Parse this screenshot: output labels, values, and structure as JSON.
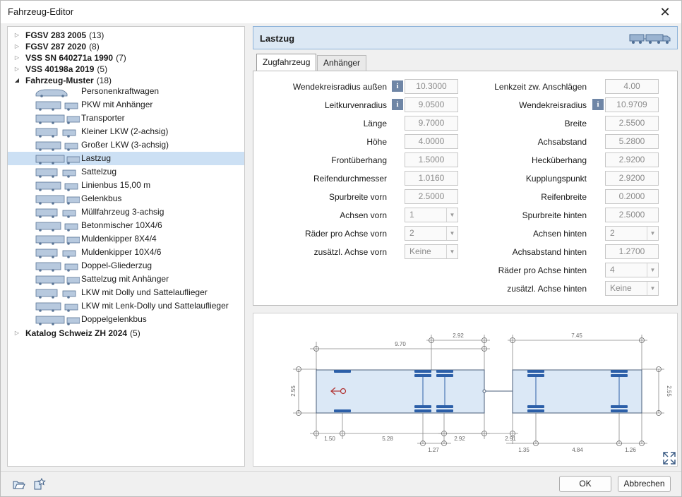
{
  "window": {
    "title": "Fahrzeug-Editor"
  },
  "tree": {
    "groups": [
      {
        "name": "FGSV 283 2005",
        "count": "(13)",
        "expanded": false
      },
      {
        "name": "FGSV 287 2020",
        "count": "(8)",
        "expanded": false
      },
      {
        "name": "VSS SN 640271a 1990",
        "count": "(7)",
        "expanded": false
      },
      {
        "name": "VSS 40198a 2019",
        "count": "(5)",
        "expanded": false
      },
      {
        "name": "Fahrzeug-Muster",
        "count": "(18)",
        "expanded": true
      },
      {
        "name": "Katalog Schweiz ZH 2024",
        "count": "(5)",
        "expanded": false
      }
    ],
    "items": [
      {
        "label": "Personenkraftwagen"
      },
      {
        "label": "PKW mit Anhänger"
      },
      {
        "label": "Transporter"
      },
      {
        "label": "Kleiner LKW (2-achsig)"
      },
      {
        "label": "Großer LKW (3-achsig)"
      },
      {
        "label": "Lastzug"
      },
      {
        "label": "Sattelzug"
      },
      {
        "label": "Linienbus 15,00 m"
      },
      {
        "label": "Gelenkbus"
      },
      {
        "label": "Müllfahrzeug 3-achsig"
      },
      {
        "label": "Betonmischer 10X4/6"
      },
      {
        "label": "Muldenkipper 8X4/4"
      },
      {
        "label": "Muldenkipper 10X4/6"
      },
      {
        "label": "Doppel-Gliederzug"
      },
      {
        "label": "Sattelzug  mit Anhänger"
      },
      {
        "label": "LKW mit Dolly und Sattelauflieger"
      },
      {
        "label": "LKW mit Lenk-Dolly und Sattelauflieger"
      },
      {
        "label": "Doppelgelenkbus"
      }
    ],
    "selected_item": "Lastzug"
  },
  "header": {
    "title": "Lastzug",
    "icon": "truck-trailer-icon"
  },
  "tabs": [
    {
      "label": "Zugfahrzeug",
      "active": true
    },
    {
      "label": "Anhänger",
      "active": false
    }
  ],
  "left_fields": [
    {
      "label": "Wendekreisradius außen",
      "value": "10.3000",
      "info": true
    },
    {
      "label": "Leitkurvenradius",
      "value": "9.0500",
      "info": true
    },
    {
      "label": "Länge",
      "value": "9.7000"
    },
    {
      "label": "Höhe",
      "value": "4.0000"
    },
    {
      "label": "Frontüberhang",
      "value": "1.5000"
    },
    {
      "label": "Reifendurchmesser",
      "value": "1.0160"
    },
    {
      "label": "Spurbreite vorn",
      "value": "2.5000"
    },
    {
      "label": "Achsen vorn",
      "value": "1",
      "select": true
    },
    {
      "label": "Räder pro Achse vorn",
      "value": "2",
      "select": true
    },
    {
      "label": "zusätzl. Achse vorn",
      "value": "Keine",
      "select": true
    }
  ],
  "right_fields": [
    {
      "label": "Lenkzeit zw. Anschlägen",
      "value": "4.00"
    },
    {
      "label": "Wendekreisradius",
      "value": "10.9709",
      "info": true
    },
    {
      "label": "Breite",
      "value": "2.5500"
    },
    {
      "label": "Achsabstand",
      "value": "5.2800"
    },
    {
      "label": "Hecküberhang",
      "value": "2.9200"
    },
    {
      "label": "Kupplungspunkt",
      "value": "2.9200"
    },
    {
      "label": "Reifenbreite",
      "value": "0.2000"
    },
    {
      "label": "Spurbreite hinten",
      "value": "2.5000"
    },
    {
      "label": "Achsen hinten",
      "value": "2",
      "select": true
    },
    {
      "label": "Achsabstand hinten",
      "value": "1.2700"
    },
    {
      "label": "Räder pro Achse hinten",
      "value": "4",
      "select": true
    },
    {
      "label": "zusätzl. Achse hinten",
      "value": "Keine",
      "select": true
    }
  ],
  "drawing": {
    "dims": {
      "tractor_length": "9.70",
      "rear_overhang_top": "2.92",
      "trailer_length": "7.45",
      "width_left": "2.55",
      "width_right": "2.55",
      "front_overhang": "1.50",
      "wheelbase": "5.28",
      "axle_spacing": "1.27",
      "rear_overhang_bottom": "2.92",
      "drawbar": "2.91",
      "trailer_front": "1.35",
      "trailer_wheelbase": "4.84",
      "trailer_rear": "1.26"
    }
  },
  "footer": {
    "ok": "OK",
    "cancel": "Abbrechen",
    "icons": [
      "open-folder-icon",
      "favorite-star-icon"
    ]
  },
  "colors": {
    "selection": "#cce0f4",
    "header_bg": "#dce8f4",
    "axle_blue": "#2c5fa8",
    "vehicle_fill": "#dbe8f6"
  }
}
